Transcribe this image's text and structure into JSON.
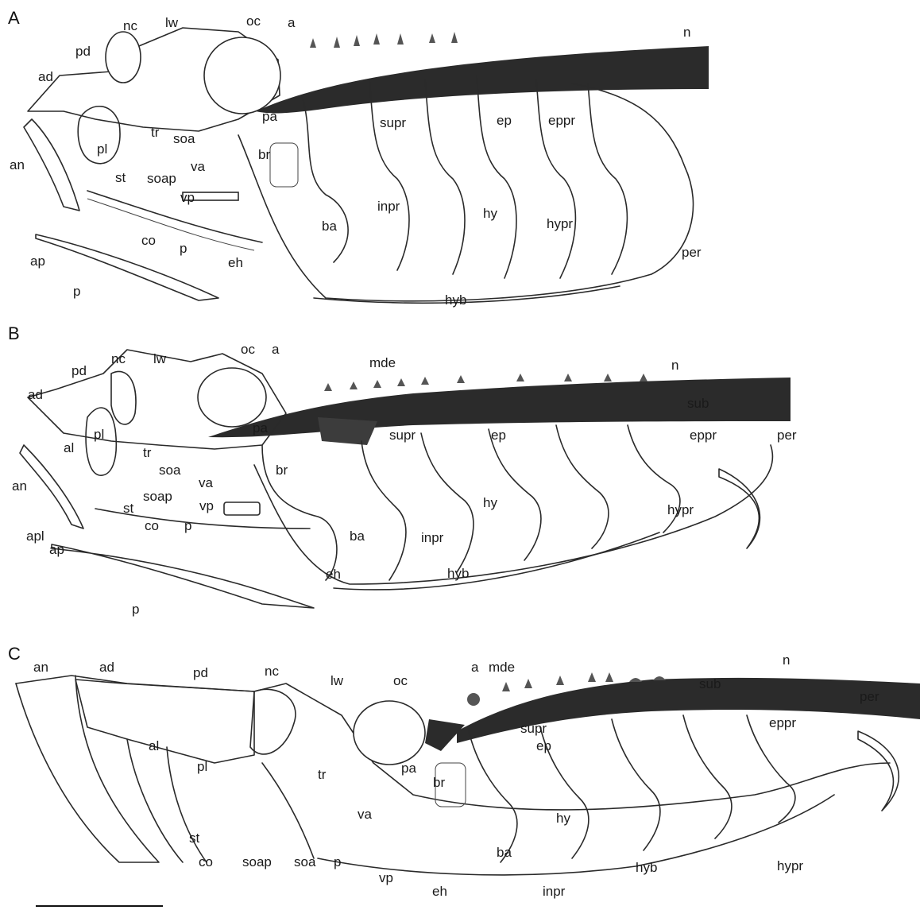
{
  "panels": {
    "A": {
      "letter": "A",
      "labels": [
        "nc",
        "lw",
        "oc",
        "a",
        "n",
        "pd",
        "ad",
        "pa",
        "supr",
        "ep",
        "eppr",
        "tr",
        "soa",
        "pl",
        "an",
        "st",
        "soap",
        "va",
        "br",
        "vp",
        "inpr",
        "hy",
        "hypr",
        "ba",
        "co",
        "p",
        "ap",
        "eh",
        "per",
        "p",
        "hyb"
      ]
    },
    "B": {
      "letter": "B",
      "labels": [
        "oc",
        "a",
        "nc",
        "lw",
        "mde",
        "n",
        "pd",
        "ad",
        "sub",
        "pa",
        "supr",
        "ep",
        "eppr",
        "per",
        "pl",
        "al",
        "tr",
        "soa",
        "br",
        "va",
        "an",
        "soap",
        "vp",
        "st",
        "hy",
        "hypr",
        "co",
        "p",
        "inpr",
        "apl",
        "ba",
        "ap",
        "hyb",
        "eh",
        "p"
      ]
    },
    "C": {
      "letter": "C",
      "labels": [
        "an",
        "ad",
        "pd",
        "nc",
        "lw",
        "oc",
        "a",
        "mde",
        "n",
        "sub",
        "per",
        "supr",
        "eppr",
        "ep",
        "al",
        "pl",
        "pa",
        "tr",
        "br",
        "va",
        "hy",
        "hyb",
        "ba",
        "st",
        "co",
        "soap",
        "soa",
        "p",
        "vp",
        "eh",
        "inpr",
        "hypr"
      ]
    }
  },
  "colors": {
    "notochord": "#2b2b2b",
    "line": "#2a2a2a",
    "background": "#ffffff"
  }
}
